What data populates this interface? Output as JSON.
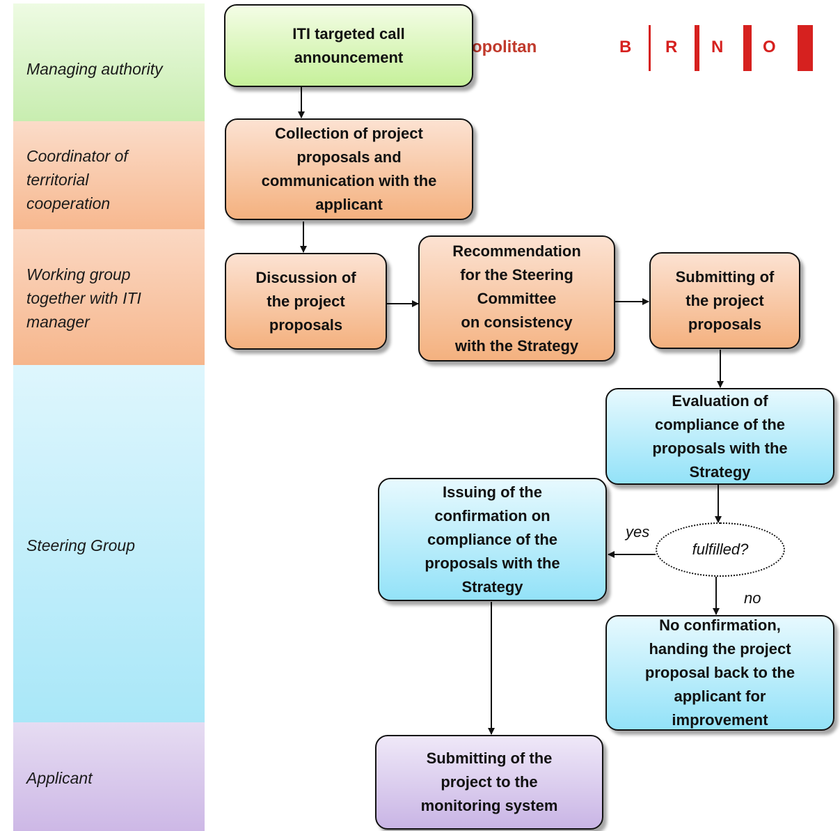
{
  "lanes": {
    "managing_authority": "Managing authority",
    "coordinator": "Coordinator of\nterritorial\ncooperation",
    "working_group": "Working group\ntogether with ITI\nmanager",
    "steering_group": "Steering Group",
    "applicant": "Applicant"
  },
  "logos": {
    "metropolitan_fragment": "opolitan",
    "brno_letters": [
      "B",
      "R",
      "N",
      "O"
    ]
  },
  "nodes": {
    "call_announcement": "ITI targeted call\nannouncement",
    "collection": "Collection of project\nproposals and\ncommunication with the\napplicant",
    "discussion": "Discussion of\nthe project\nproposals",
    "recommendation": "Recommendation\nfor the Steering\nCommittee\non  consistency\nwith the Strategy",
    "submitting_proposals": "Submitting of\nthe project\nproposals",
    "evaluation": "Evaluation of\ncompliance of the\nproposals with the\nStrategy",
    "decision": "fulfilled?",
    "issuing_confirmation": "Issuing of the\nconfirmation on\ncompliance of the\nproposals with the\nStrategy",
    "no_confirmation": "No confirmation,\nhanding the project\nproposal  back to the\napplicant for\nimprovement",
    "submitting_project": "Submitting of the\nproject to the\nmonitoring system"
  },
  "edge_labels": {
    "yes": "yes",
    "no": "no"
  },
  "colors": {
    "brand_red": "#d6211f",
    "green_box": "#c6f09a",
    "orange_box": "#f4b17f",
    "blue_box": "#93e2f8",
    "purple_box": "#c9b5e5"
  }
}
